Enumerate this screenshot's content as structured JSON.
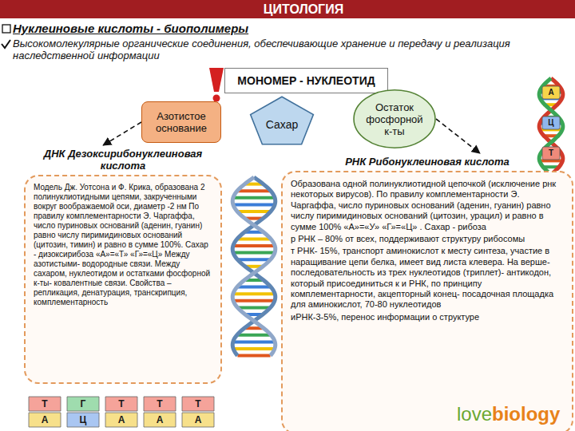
{
  "diagram": {
    "title": "ЦИТОЛОГИЯ",
    "nodes": [
      {
        "text": [
          "МОНОМЕР - НУКЛЕОТИД"
        ]
      },
      {
        "text": [
          "Азотистое основание"
        ]
      },
      {
        "text": [
          "Сахар"
        ]
      },
      {
        "text": [
          "Остаток фосфорной к-ты"
        ]
      },
      {
        "text": [
          "ДНК Дезоксирибонуклеиновая кислота",
          "Модель Дж. Уотсона и Ф. Крика, образована 2 полинуклиотидными цепями, закрученными вокруг воображаемой оси, диаметр -2 нм По правилу комплементарности Э. Чаргаффа, число пуриновых оснований (аденин, гуанин) равно числу пиримидиновых оснований (цитозин, тимин) и равно в сумме 100%. Сахар - дизоксирибоза «А»=«Т» «Г»=«Ц» Между азотистыми- водородные связи. Между сахаром, нуклеотидом и остатками фосфорной к-ты- ковалентные связи. Свойства – репликация, денатурация, транскрипция, комплементарность"
        ]
      },
      {
        "text": [
          "РНК Рибонуклеиновая кислота",
          "Образована одной полинуклиотидной цепочкой (исключение рнк некоторых вирусов). По правилу комплементарности Э. Чаргаффа, число пуриновых оснований (аденин, гуанин) равно числу пиримидиновых оснований (цитозин, урацил) и равно в сумме 100% «А»=«У» «Г»=«Ц» . Сахар - рибоза",
          "р РНК – 80% от всех, поддерживают структуру рибосомы",
          "т РНК- 15%, транспорт аминокислот к месту синтеза, участие в наращивание цепи белка, имеет вид листа клевера. На верше- последовательность из трех нуклеотидов (триплет)- антикодон, который присоединиться к и РНК, по принципу комплементарности, акцепторный конец- посадочная площадка для аминокислот, 70-80 нуклеотидов",
          "иРНК-3-5%, перенос информации о структуре"
        ]
      }
    ],
    "edges": [
      {
        "from": 1,
        "to": 4,
        "arrow": "to"
      },
      {
        "from": 3,
        "to": 5,
        "arrow": "to"
      }
    ],
    "labels": [
      "Нуклеиновые кислоты - биополимеры",
      "Высокомолекулярные органические соединения, обеспечивающие хранение и передачу и реализация наследственной информации",
      "Т",
      "Г",
      "Т",
      "Т",
      "Т",
      "А",
      "Ц",
      "А",
      "А",
      "А",
      "А",
      "Ц",
      "Т",
      "love",
      "biology"
    ]
  }
}
